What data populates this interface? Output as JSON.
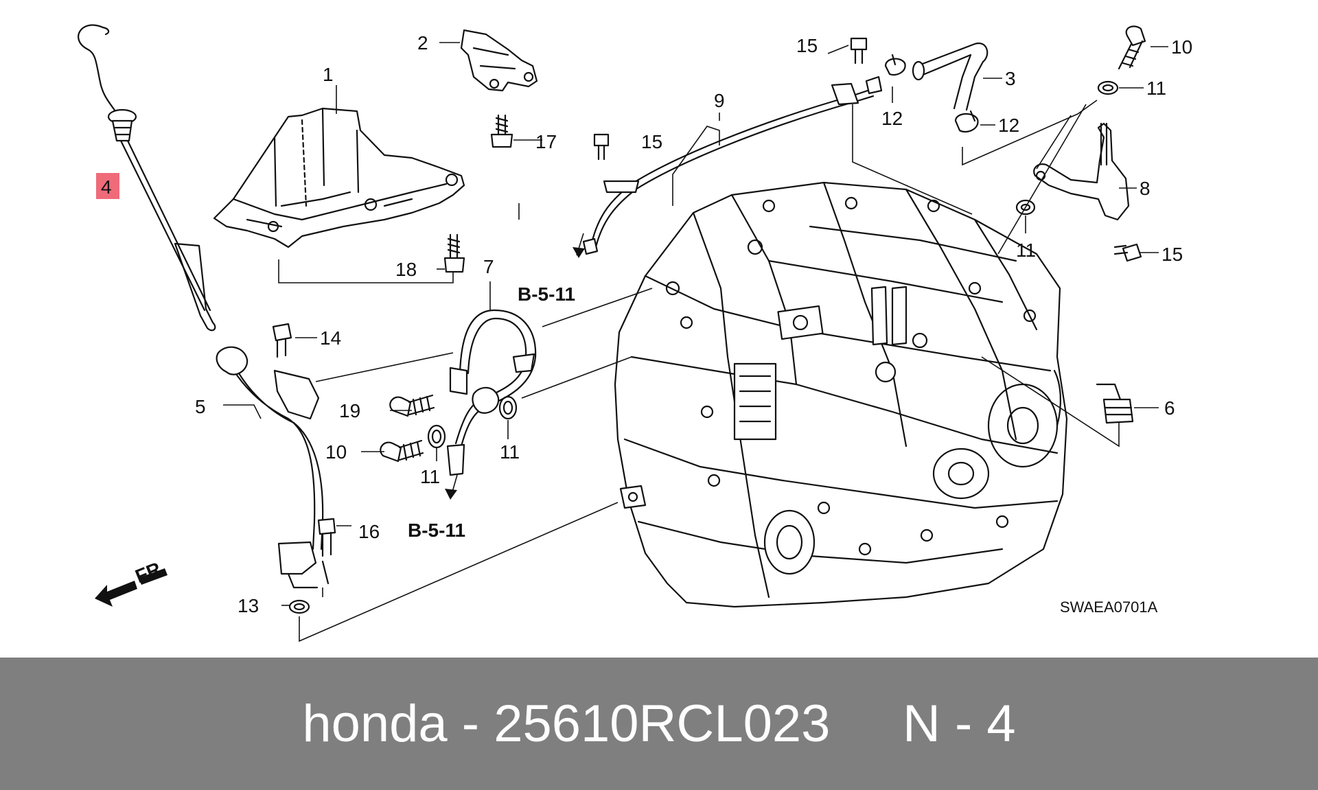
{
  "diagram": {
    "callouts": [
      {
        "id": "c1",
        "text": "1"
      },
      {
        "id": "c2",
        "text": "2"
      },
      {
        "id": "c3",
        "text": "3"
      },
      {
        "id": "c4",
        "text": "4",
        "highlight": "#ef6b7a"
      },
      {
        "id": "c5",
        "text": "5"
      },
      {
        "id": "c6",
        "text": "6"
      },
      {
        "id": "c7",
        "text": "7"
      },
      {
        "id": "c8",
        "text": "8"
      },
      {
        "id": "c9",
        "text": "9"
      },
      {
        "id": "c10a",
        "text": "10"
      },
      {
        "id": "c10b",
        "text": "10"
      },
      {
        "id": "c11a",
        "text": "11"
      },
      {
        "id": "c11b",
        "text": "11"
      },
      {
        "id": "c11c",
        "text": "11"
      },
      {
        "id": "c11d",
        "text": "11"
      },
      {
        "id": "c12a",
        "text": "12"
      },
      {
        "id": "c12b",
        "text": "12"
      },
      {
        "id": "c13",
        "text": "13"
      },
      {
        "id": "c14",
        "text": "14"
      },
      {
        "id": "c15a",
        "text": "15"
      },
      {
        "id": "c15b",
        "text": "15"
      },
      {
        "id": "c15c",
        "text": "15"
      },
      {
        "id": "c16",
        "text": "16"
      },
      {
        "id": "c17",
        "text": "17"
      },
      {
        "id": "c18",
        "text": "18"
      },
      {
        "id": "c19",
        "text": "19"
      }
    ],
    "refs": [
      {
        "id": "ref1",
        "text": "B-5-11"
      },
      {
        "id": "ref2",
        "text": "B-5-11"
      }
    ],
    "direction_label": "FR.",
    "diagram_code": "SWAEA0701A"
  },
  "footer": {
    "text": "honda - 25610RCL023     N - 4",
    "background": "#7f7f7f",
    "color": "#ffffff"
  }
}
